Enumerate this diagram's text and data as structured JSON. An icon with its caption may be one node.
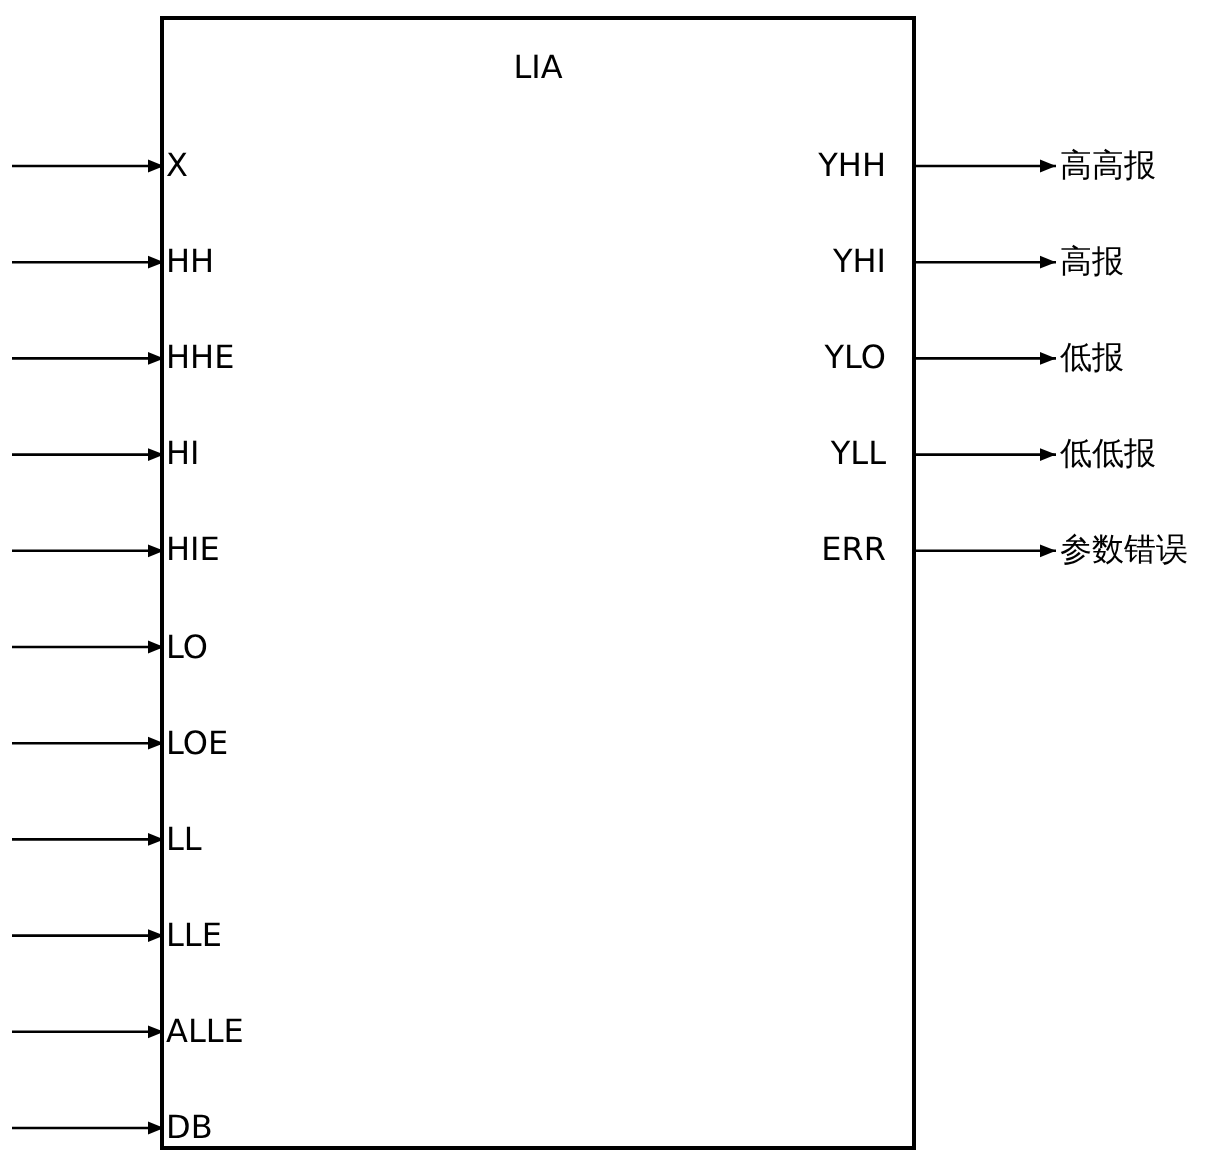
{
  "diagram": {
    "nodes": [
      {
        "text": [
          "LIA"
        ]
      },
      {
        "text": [
          "X"
        ],
        "in": 0
      },
      {
        "text": [
          "HH"
        ],
        "in": 0
      },
      {
        "text": [
          "HHE"
        ],
        "in": 0
      },
      {
        "text": [
          "HI"
        ],
        "in": 0
      },
      {
        "text": [
          "HIE"
        ],
        "in": 0
      },
      {
        "text": [
          "LO"
        ],
        "in": 0
      },
      {
        "text": [
          "LOE"
        ],
        "in": 0
      },
      {
        "text": [
          "LL"
        ],
        "in": 0
      },
      {
        "text": [
          "LLE"
        ],
        "in": 0
      },
      {
        "text": [
          "ALLE"
        ],
        "in": 0
      },
      {
        "text": [
          "DB"
        ],
        "in": 0
      },
      {
        "text": [
          "YHH"
        ],
        "in": 0
      },
      {
        "text": [
          "YHI"
        ],
        "in": 0
      },
      {
        "text": [
          "YLO"
        ],
        "in": 0
      },
      {
        "text": [
          "YLL"
        ],
        "in": 0
      },
      {
        "text": [
          "ERR"
        ],
        "in": 0
      },
      {
        "text": [
          "高高报"
        ]
      },
      {
        "text": [
          "高报"
        ]
      },
      {
        "text": [
          "低报"
        ]
      },
      {
        "text": [
          "低低报"
        ]
      },
      {
        "text": [
          "参数错误"
        ]
      }
    ],
    "edges": [
      {
        "from": null,
        "to": 1,
        "arrow": "to"
      },
      {
        "from": null,
        "to": 2,
        "arrow": "to"
      },
      {
        "from": null,
        "to": 3,
        "arrow": "to"
      },
      {
        "from": null,
        "to": 4,
        "arrow": "to"
      },
      {
        "from": null,
        "to": 5,
        "arrow": "to"
      },
      {
        "from": null,
        "to": 6,
        "arrow": "to"
      },
      {
        "from": null,
        "to": 7,
        "arrow": "to"
      },
      {
        "from": null,
        "to": 8,
        "arrow": "to"
      },
      {
        "from": null,
        "to": 9,
        "arrow": "to"
      },
      {
        "from": null,
        "to": 10,
        "arrow": "to"
      },
      {
        "from": null,
        "to": 11,
        "arrow": "to"
      },
      {
        "from": 12,
        "to": 17,
        "arrow": "to"
      },
      {
        "from": 13,
        "to": 18,
        "arrow": "to"
      },
      {
        "from": 14,
        "to": 19,
        "arrow": "to"
      },
      {
        "from": 15,
        "to": 20,
        "arrow": "to"
      },
      {
        "from": 16,
        "to": 21,
        "arrow": "to"
      }
    ]
  }
}
